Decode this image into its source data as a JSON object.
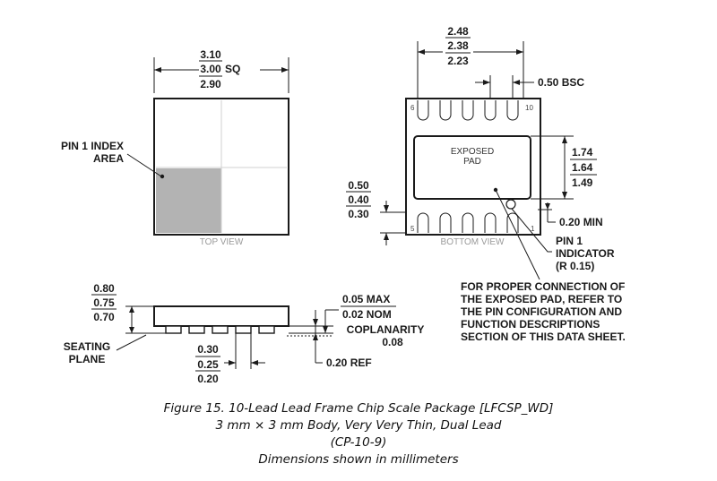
{
  "top_view": {
    "dims": [
      "3.10",
      "3.00",
      "2.90"
    ],
    "sq": "SQ",
    "index_label": [
      "PIN 1 INDEX",
      "AREA"
    ],
    "view_label": "TOP VIEW"
  },
  "bottom_view": {
    "width_dims": [
      "2.48",
      "2.38",
      "2.23"
    ],
    "pitch": "0.50 BSC",
    "pad_dims": [
      "1.74",
      "1.64",
      "1.49"
    ],
    "left_dims": [
      "0.50",
      "0.40",
      "0.30"
    ],
    "min_dim": "0.20 MIN",
    "pad_label": [
      "EXPOSED",
      "PAD"
    ],
    "pin_indicator": [
      "PIN 1",
      "INDICATOR",
      "(R 0.15)"
    ],
    "pin_numbers": [
      "6",
      "10",
      "5",
      "1"
    ],
    "view_label": "BOTTOM VIEW",
    "note": [
      "FOR PROPER CONNECTION OF",
      "THE EXPOSED PAD, REFER TO",
      "THE PIN CONFIGURATION AND",
      "FUNCTION DESCRIPTIONS",
      "SECTION OF THIS DATA SHEET."
    ]
  },
  "side_view": {
    "height_dims": [
      "0.80",
      "0.75",
      "0.70"
    ],
    "lead_dims": [
      "0.30",
      "0.25",
      "0.20"
    ],
    "max_nom": [
      "0.05 MAX",
      "0.02 NOM"
    ],
    "coplanarity": [
      "COPLANARITY",
      "0.08"
    ],
    "ref": "0.20 REF",
    "seating": [
      "SEATING",
      "PLANE"
    ]
  },
  "caption": [
    "Figure 15. 10-Lead Lead Frame Chip Scale Package [LFCSP_WD]",
    "3 mm × 3 mm Body, Very Very Thin, Dual Lead",
    "(CP-10-9)",
    "Dimensions shown in millimeters"
  ]
}
